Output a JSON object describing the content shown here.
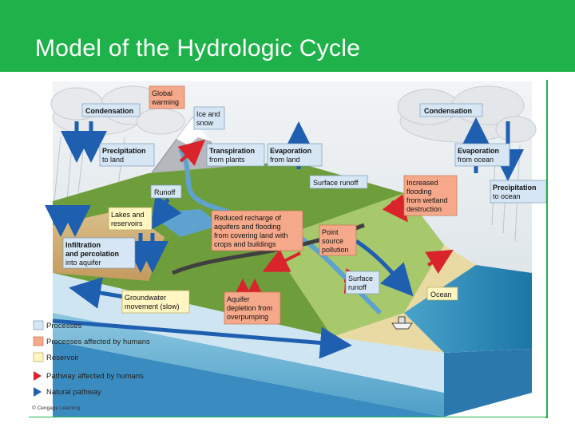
{
  "header": {
    "title": "Model of the Hydrologic Cycle"
  },
  "colors": {
    "header_green": "#1fb24a",
    "process_box": "#d6e6f4",
    "human_box": "#f6a98a",
    "reservoir_box": "#fff6c2",
    "human_arrow": "#d8242a",
    "natural_arrow": "#1f5fb0"
  },
  "labels": {
    "condensation_left": "Condensation",
    "global_warming": [
      "Global",
      "warming"
    ],
    "ice_snow": [
      "Ice and",
      "snow"
    ],
    "condensation_right": "Condensation",
    "precip_land": [
      "Precipitation",
      "to land"
    ],
    "transpiration": [
      "Transpiration",
      "from plants"
    ],
    "evaporation_land": [
      "Evaporation",
      "from land"
    ],
    "evaporation_ocean": [
      "Evaporation",
      "from ocean"
    ],
    "runoff": "Runoff",
    "surface_runoff_top": "Surface runoff",
    "increased_flooding": [
      "Increased",
      "flooding",
      "from wetland",
      "destruction"
    ],
    "precip_ocean": [
      "Precipitation",
      "to ocean"
    ],
    "lakes": [
      "Lakes and",
      "reservoirs"
    ],
    "reduced_recharge": [
      "Reduced recharge of",
      "aquifers and flooding",
      "from covering land with",
      "crops and buildings"
    ],
    "point_source": [
      "Point",
      "source",
      "pollution"
    ],
    "infiltration": [
      "Infiltration",
      "and percolation",
      "into aquifer"
    ],
    "surface_runoff_bottom": [
      "Surface",
      "runoff"
    ],
    "ocean": "Ocean",
    "groundwater": [
      "Groundwater",
      "movement (slow)"
    ],
    "aquifer_depletion": [
      "Aquifer",
      "depletion from",
      "overpumping"
    ]
  },
  "legend": [
    {
      "kind": "box",
      "color": "#d6e6f4",
      "text": "Processes"
    },
    {
      "kind": "box",
      "color": "#f6a98a",
      "text": "Processes affected by humans"
    },
    {
      "kind": "box",
      "color": "#fff6c2",
      "text": "Reservoir"
    },
    {
      "kind": "arrow",
      "color": "#d8242a",
      "text": "Pathway affected by humans"
    },
    {
      "kind": "arrow",
      "color": "#1f5fb0",
      "text": "Natural pathway"
    }
  ],
  "credit": "© Cengage Learning"
}
